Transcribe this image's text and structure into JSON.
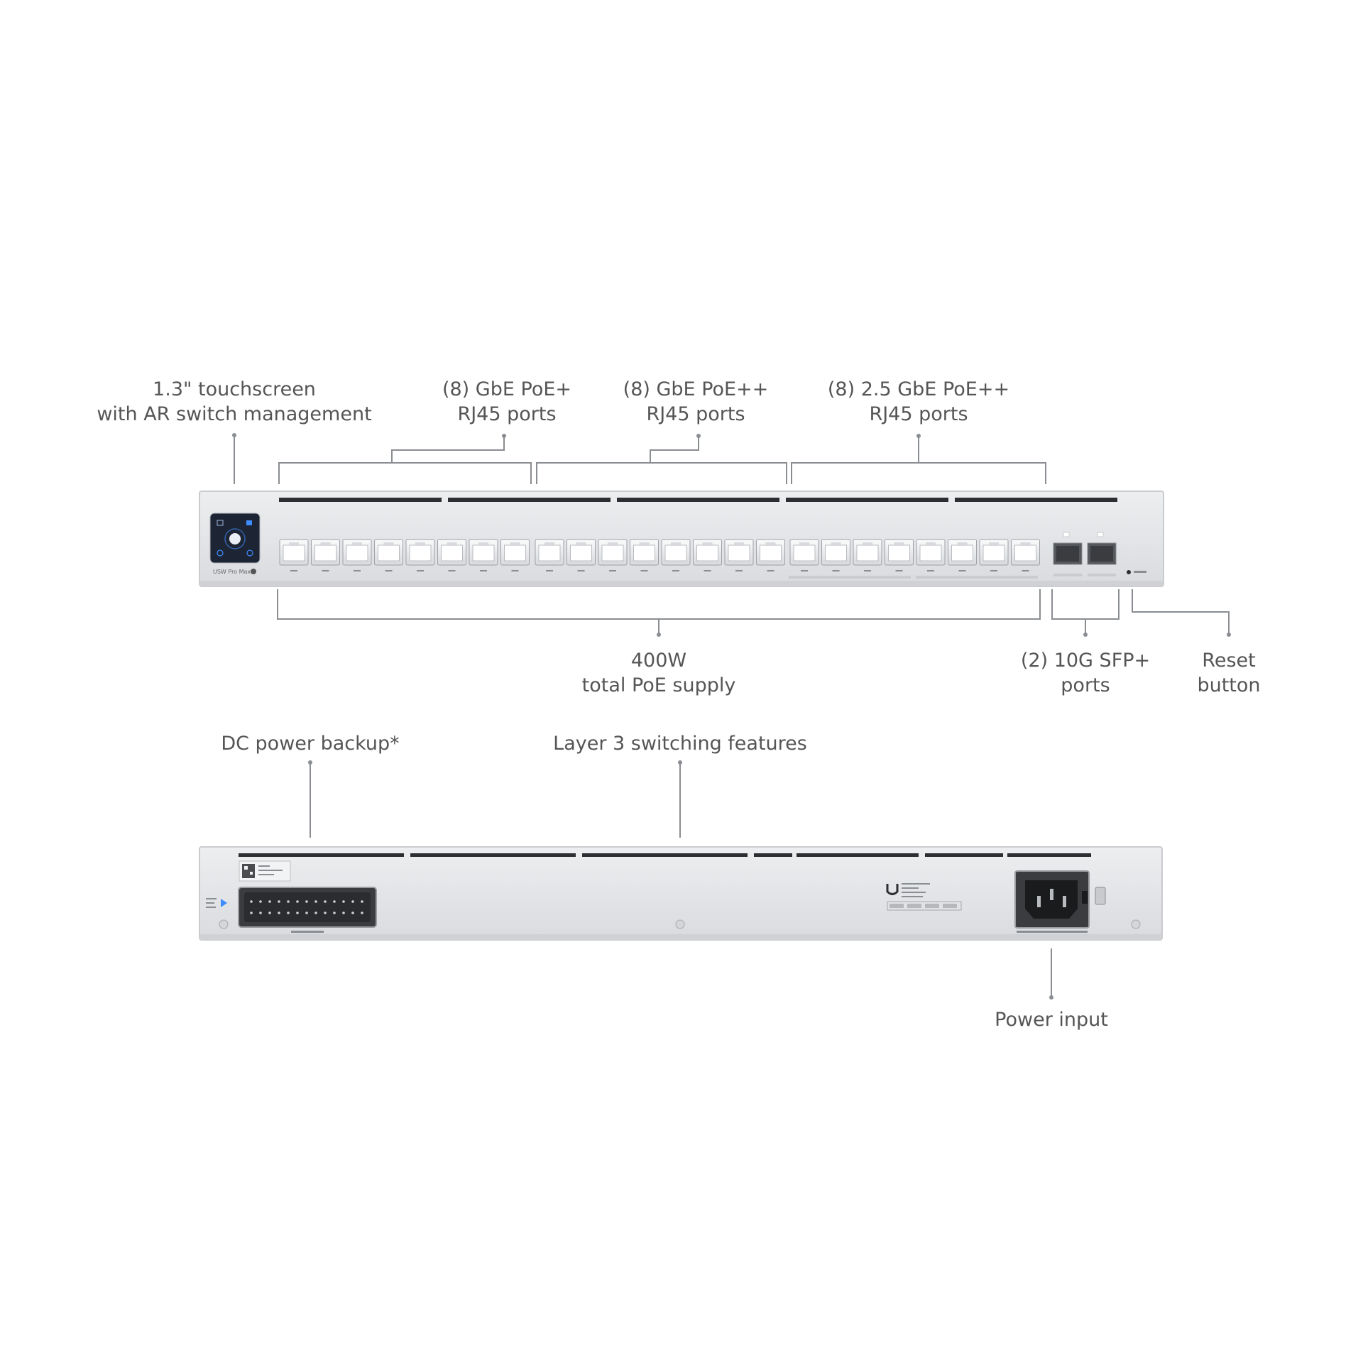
{
  "front_panel": {
    "callouts": {
      "touchscreen": {
        "line1": "1.3\" touchscreen",
        "line2": "with AR switch management"
      },
      "poe_plus": {
        "line1": "(8) GbE PoE+",
        "line2": "RJ45 ports"
      },
      "poe_plus_plus": {
        "line1": "(8) GbE PoE++",
        "line2": "RJ45 ports"
      },
      "poe_2_5g": {
        "line1": "(8) 2.5 GbE PoE++",
        "line2": "RJ45 ports"
      },
      "poe_supply": {
        "line1": "400W",
        "line2": "total PoE supply"
      },
      "sfp": {
        "line1": "(2) 10G SFP+",
        "line2": "ports"
      },
      "reset": {
        "line1": "Reset",
        "line2": "button"
      }
    },
    "device": {
      "model_label": "USW Pro Max",
      "rj45_port_count": 24,
      "sfp_port_count": 2
    }
  },
  "rear_panel": {
    "callouts": {
      "dc_backup": "DC power backup*",
      "layer3": "Layer 3 switching features",
      "power_input": "Power input"
    }
  },
  "colors": {
    "chassis": "#e4e5e7",
    "chassis_edge": "#c9cbce",
    "vent": "#2c2e31",
    "port_body": "#f4f5f6",
    "leader_line": "#8a8d91",
    "label_text": "#555555",
    "screen": "#1d2433",
    "screen_accent": "#3f8cff"
  }
}
